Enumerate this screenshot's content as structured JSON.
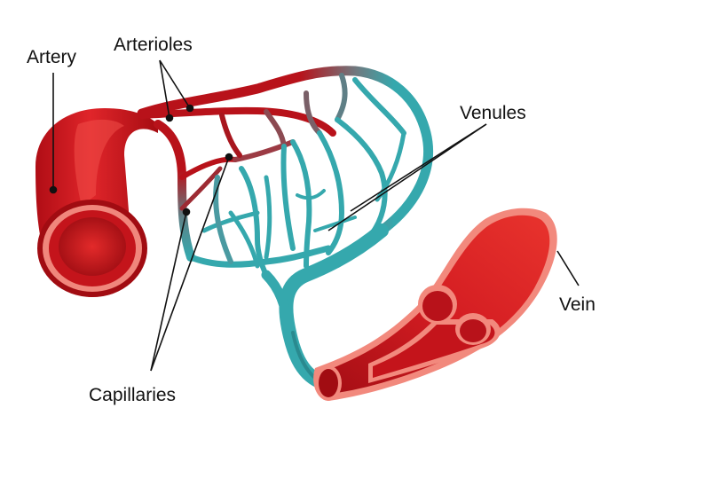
{
  "labels": {
    "artery": "Artery",
    "arterioles": "Arterioles",
    "venules": "Venules",
    "capillaries": "Capillaries",
    "vein": "Vein"
  },
  "colors": {
    "arterial": "#c4111a",
    "arterial_dark": "#8e0c12",
    "arterial_light": "#ef5a4e",
    "venous": "#35a8ad",
    "venous_dark": "#2a8a8f",
    "transition": "#5b7f86",
    "vein_rim": "#f2897d",
    "leader": "#111111"
  }
}
